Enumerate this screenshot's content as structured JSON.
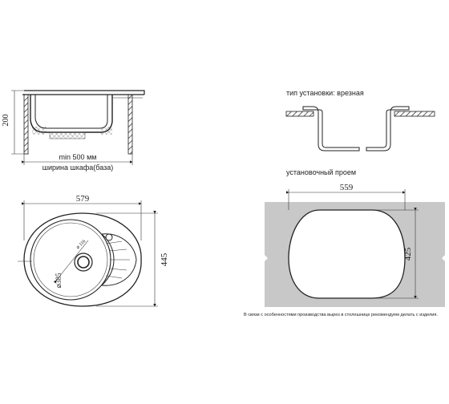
{
  "side_view": {
    "height_label": "200",
    "min_width_label": "min 500 мм",
    "cabinet_label": "ширина шкафа(база)"
  },
  "install_type": {
    "title": "тип установки: врезная"
  },
  "top_view": {
    "width_label": "579",
    "height_label": "445",
    "diameter_label": "⌀385",
    "drain_label": "⌀ 116"
  },
  "cutout": {
    "title": "установочный проем",
    "width_label": "559",
    "height_label": "425",
    "note": "В связи с особенностями производства вырез в столешнице рекомендуем делать с изделия."
  },
  "colors": {
    "line": "#222222",
    "countertop_fill": "#c8c8c8",
    "hole_fill": "#ffffff"
  }
}
